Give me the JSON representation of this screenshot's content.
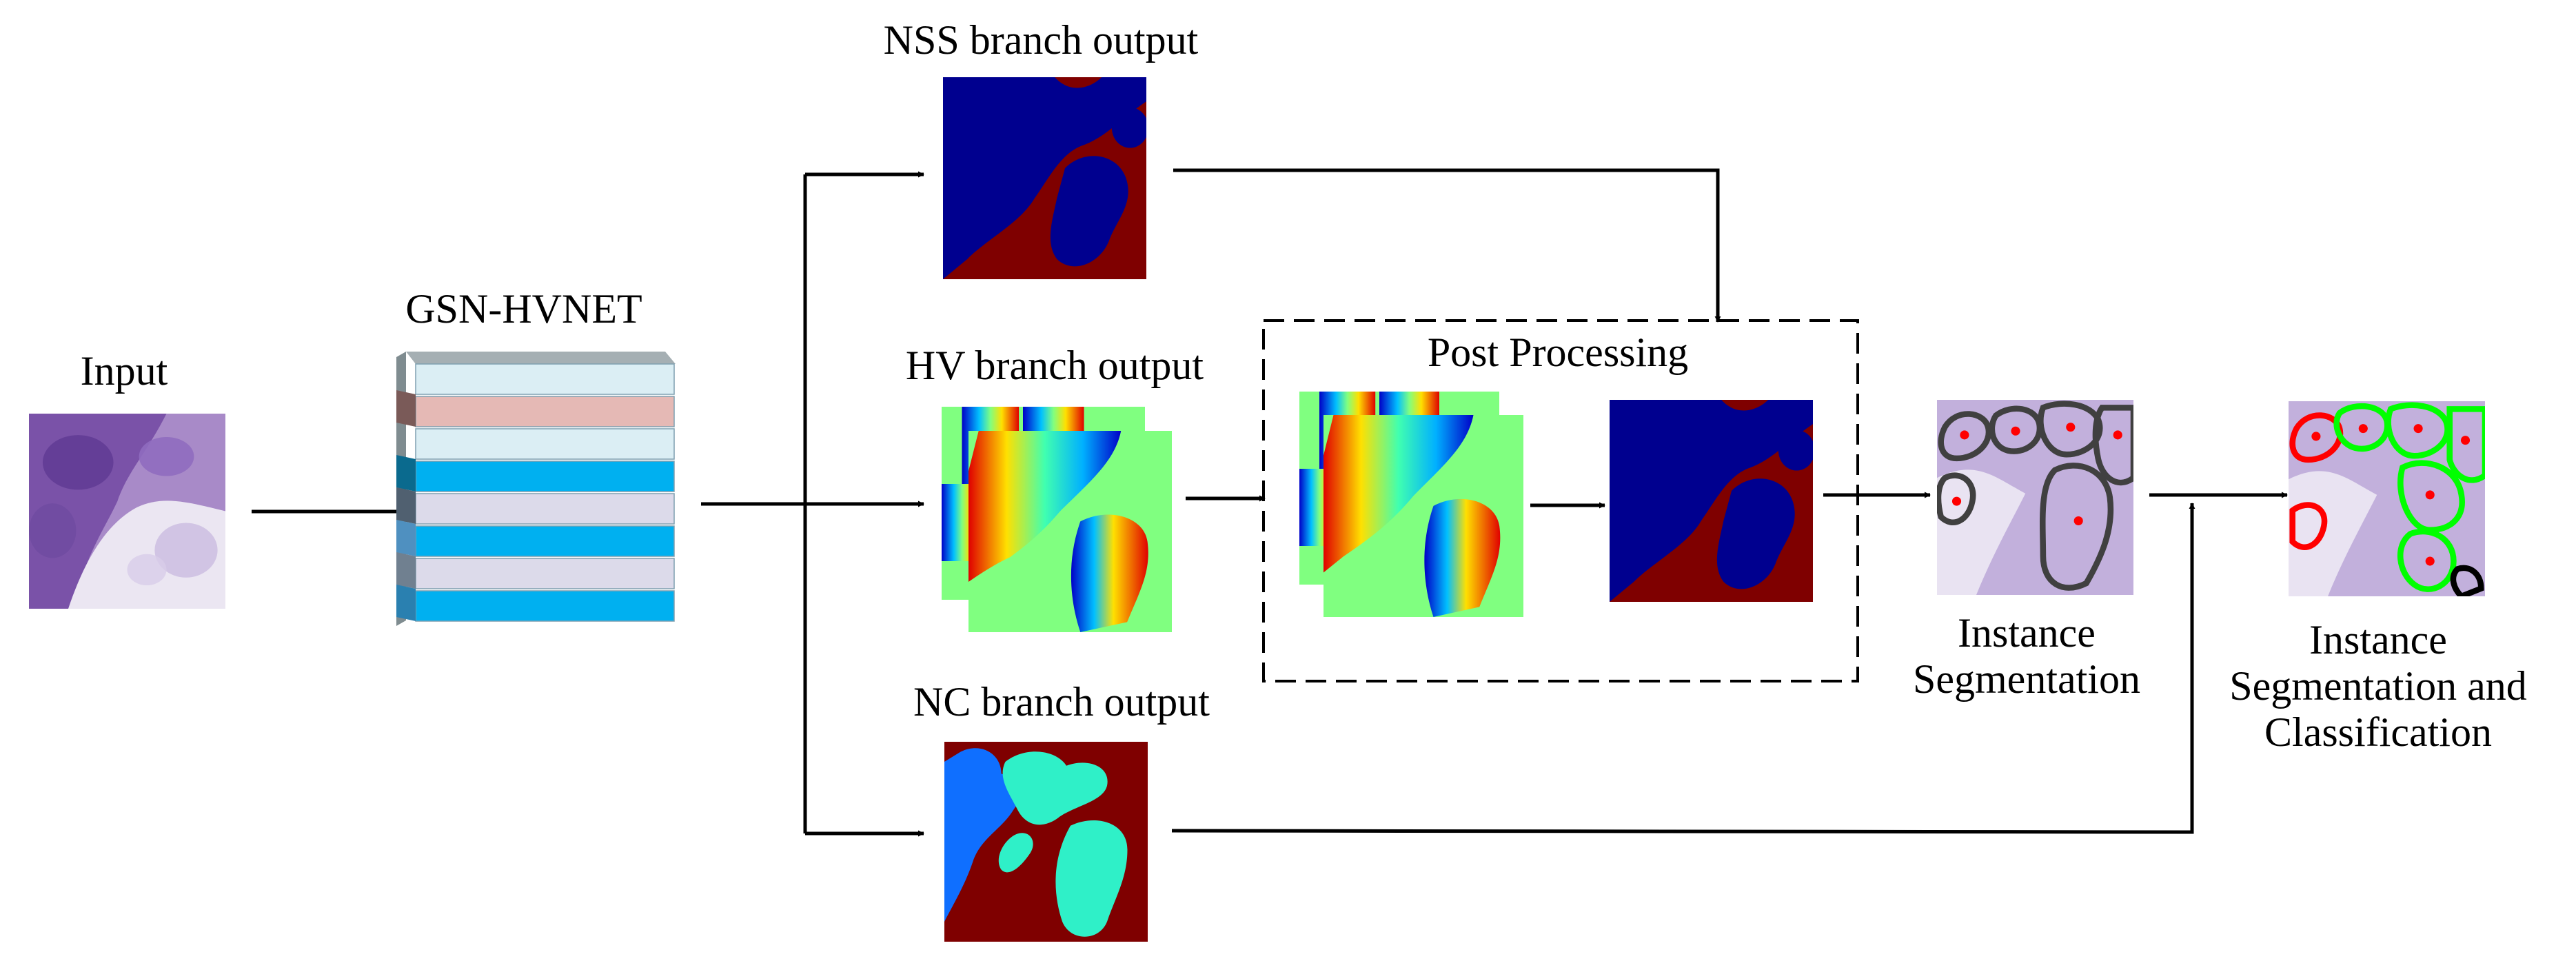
{
  "labels": {
    "input": "Input",
    "network": "GSN-HVNET",
    "nss_output": "NSS branch output",
    "hv_output": "HV branch output",
    "nc_output": "NC branch output",
    "post_processing": "Post Processing",
    "instance_segmentation": "Instance Segmentation",
    "instance_seg_class": "Instance Segmentation and Classification"
  },
  "colors": {
    "nss_background": "#7f0000",
    "nss_nuclei": "#00008f",
    "nc_background": "#7f0000",
    "nc_type_a": "#0f6fff",
    "nc_type_b": "#2ff0c8",
    "hv_background": "#80ff80",
    "network_light": "#dbeef4",
    "network_pink": "#e5b9b5",
    "network_cyan": "#00b0f0",
    "network_lavender": "#dcdaea",
    "contour_gray": "#404040",
    "contour_red": "#ff0000",
    "contour_green": "#00ff00",
    "centroid_red": "#ff0000",
    "tissue_purple": "#9b7bbf"
  }
}
